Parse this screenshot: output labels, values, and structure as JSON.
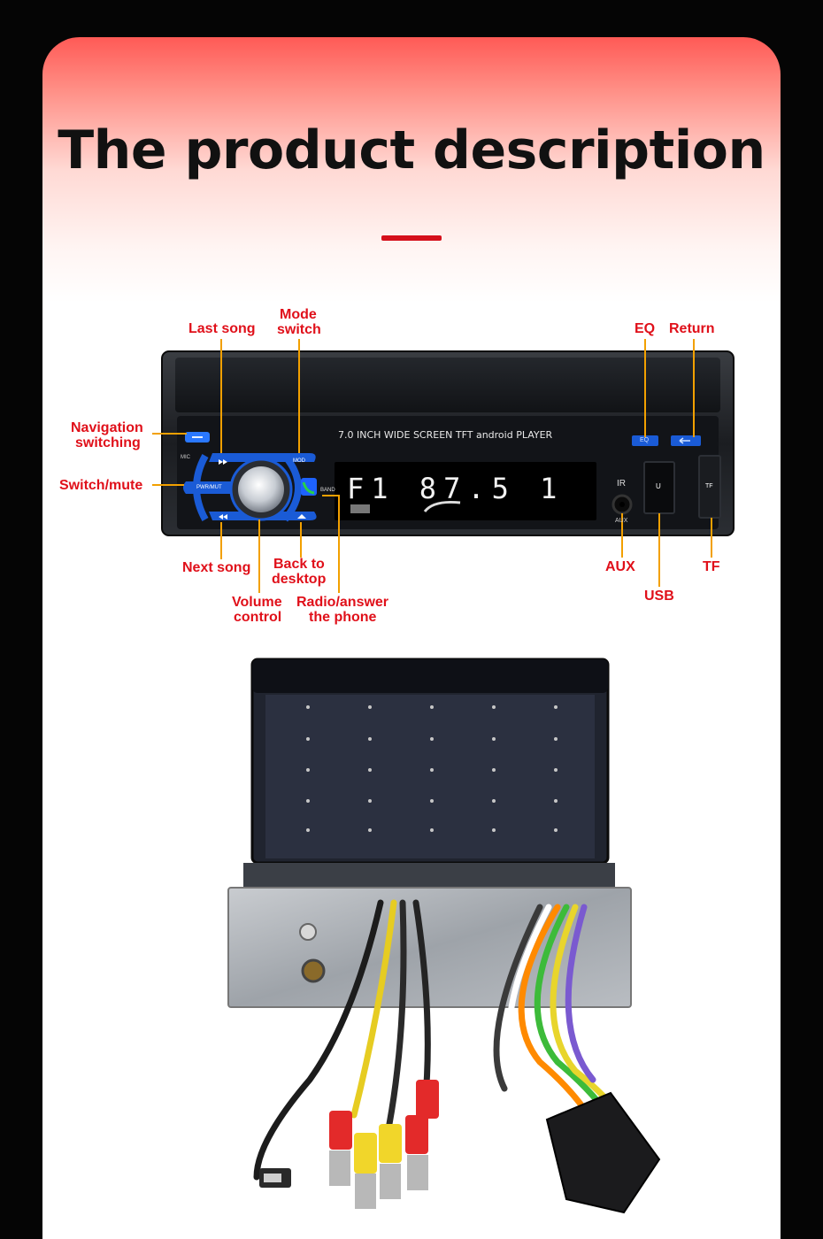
{
  "page": {
    "title": "The product description",
    "colors": {
      "accent": "#d5101b",
      "label": "#e0101a",
      "pointer": "#f2a000",
      "knob_ring": "#1a5bd6"
    }
  },
  "panel": {
    "screen_caption": "7.0 INCH WIDE SCREEN TFT android PLAYER",
    "display_text": "F1 87.5 1",
    "buttons": {
      "mic": "MIC",
      "mod": "MOD",
      "pwr_mut": "PWR/MUT",
      "band": "BAND",
      "eq": "EQ",
      "usb": "U",
      "tf": "TF",
      "aux": "AUX",
      "ir": "IR"
    },
    "icons": {
      "next": "next-track-icon",
      "prev": "previous-track-icon",
      "home": "home-icon",
      "phone": "phone-icon",
      "return": "return-icon",
      "nav": "navigation-icon"
    }
  },
  "callouts": {
    "last_song": "Last song",
    "mode_switch_1": "Mode",
    "mode_switch_2": "switch",
    "eq": "EQ",
    "return": "Return",
    "navigation_1": "Navigation",
    "navigation_2": "switching",
    "switch_mute": "Switch/mute",
    "next_song": "Next song",
    "back_desktop_1": "Back to",
    "back_desktop_2": "desktop",
    "volume_1": "Volume",
    "volume_2": "control",
    "radio_1": "Radio/answer",
    "radio_2": "the phone",
    "aux": "AUX",
    "usb": "USB",
    "tf": "TF"
  }
}
